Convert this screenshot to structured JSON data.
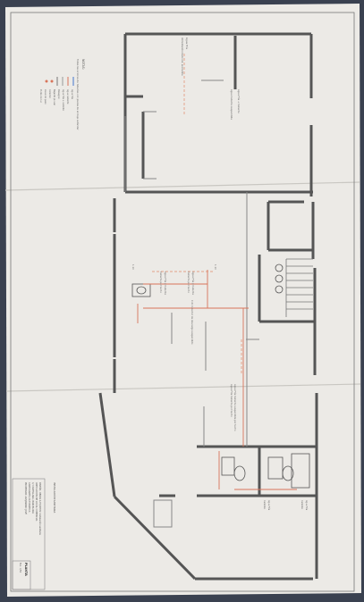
{
  "sheet": {
    "title_block": {
      "project_lines": [
        "DISEÑO, OBRAS & EQUIPOS: Instalación sanitaria",
        "ADECUACIÓN DE LOCAL COMERCIAL",
        "C/ CASTELLANA, BARCELONA",
        "CARTOGRAFÍA AUTOMÁTICA",
        "PROPIEDAD: ALEJANDRO JOVÉ"
      ],
      "drawing_name": "INSTALACIÓN SANITARIA",
      "sheet_label": "PLANTA",
      "scale": "Esc. 1/50"
    },
    "notes": {
      "heading": "NOTAS:",
      "intro": "Todas las uniones de tuberías con piezas de anclaje estándar",
      "legend_items": [
        "Agua fría",
        "Agua caliente",
        "Agua fría + caliente",
        "Desagüe",
        "Bajante pluvial",
        "Colector",
        "Llave de paso",
        "Punto de luz"
      ]
    },
    "annotations": {
      "top_supply": "Agua Fría",
      "top_supply_sub": "Alimentación desde red, acometida",
      "vertical_left": "Agua Caliente suspendida",
      "vertical_right": "Agua Fría + Caliente",
      "mid_supply_1": "Agua Fría y Caliente",
      "mid_supply_2": "Caliente por techo",
      "mid_supply_3": "Agua Fría y Caliente",
      "mid_supply_4": "Caliente por techo",
      "drain_label": "C.D. Colector de descarga suspendido",
      "dim_1": "1.10",
      "dim_2": "1.10",
      "lower_vertical_1": "Agua Fría Caliente suspendida por techo",
      "lower_vertical_2": "Agua Fría Caliente por techo",
      "wc_label_1": "Agua Fría",
      "wc_label_2": "Caliente",
      "wc_label_3": "Agua Fría",
      "wc_label_4": "Caliente"
    }
  }
}
